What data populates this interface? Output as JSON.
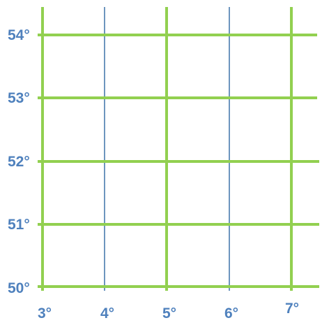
{
  "colors": {
    "major_line": "#92d050",
    "minor_line": "#3d72a8",
    "label": "#4f81bd",
    "background": "#ffffff"
  },
  "latitude_labels": [
    "54°",
    "53°",
    "52°",
    "51°",
    "50°"
  ],
  "longitude_labels": [
    "3°",
    "4°",
    "5°",
    "6°",
    "7°"
  ],
  "latitudes": [
    54,
    53,
    52,
    51,
    50
  ],
  "longitudes": [
    3,
    4,
    5,
    6,
    7
  ],
  "major_longitudes": [
    3,
    5,
    7
  ],
  "minor_longitudes": [
    4,
    6
  ]
}
